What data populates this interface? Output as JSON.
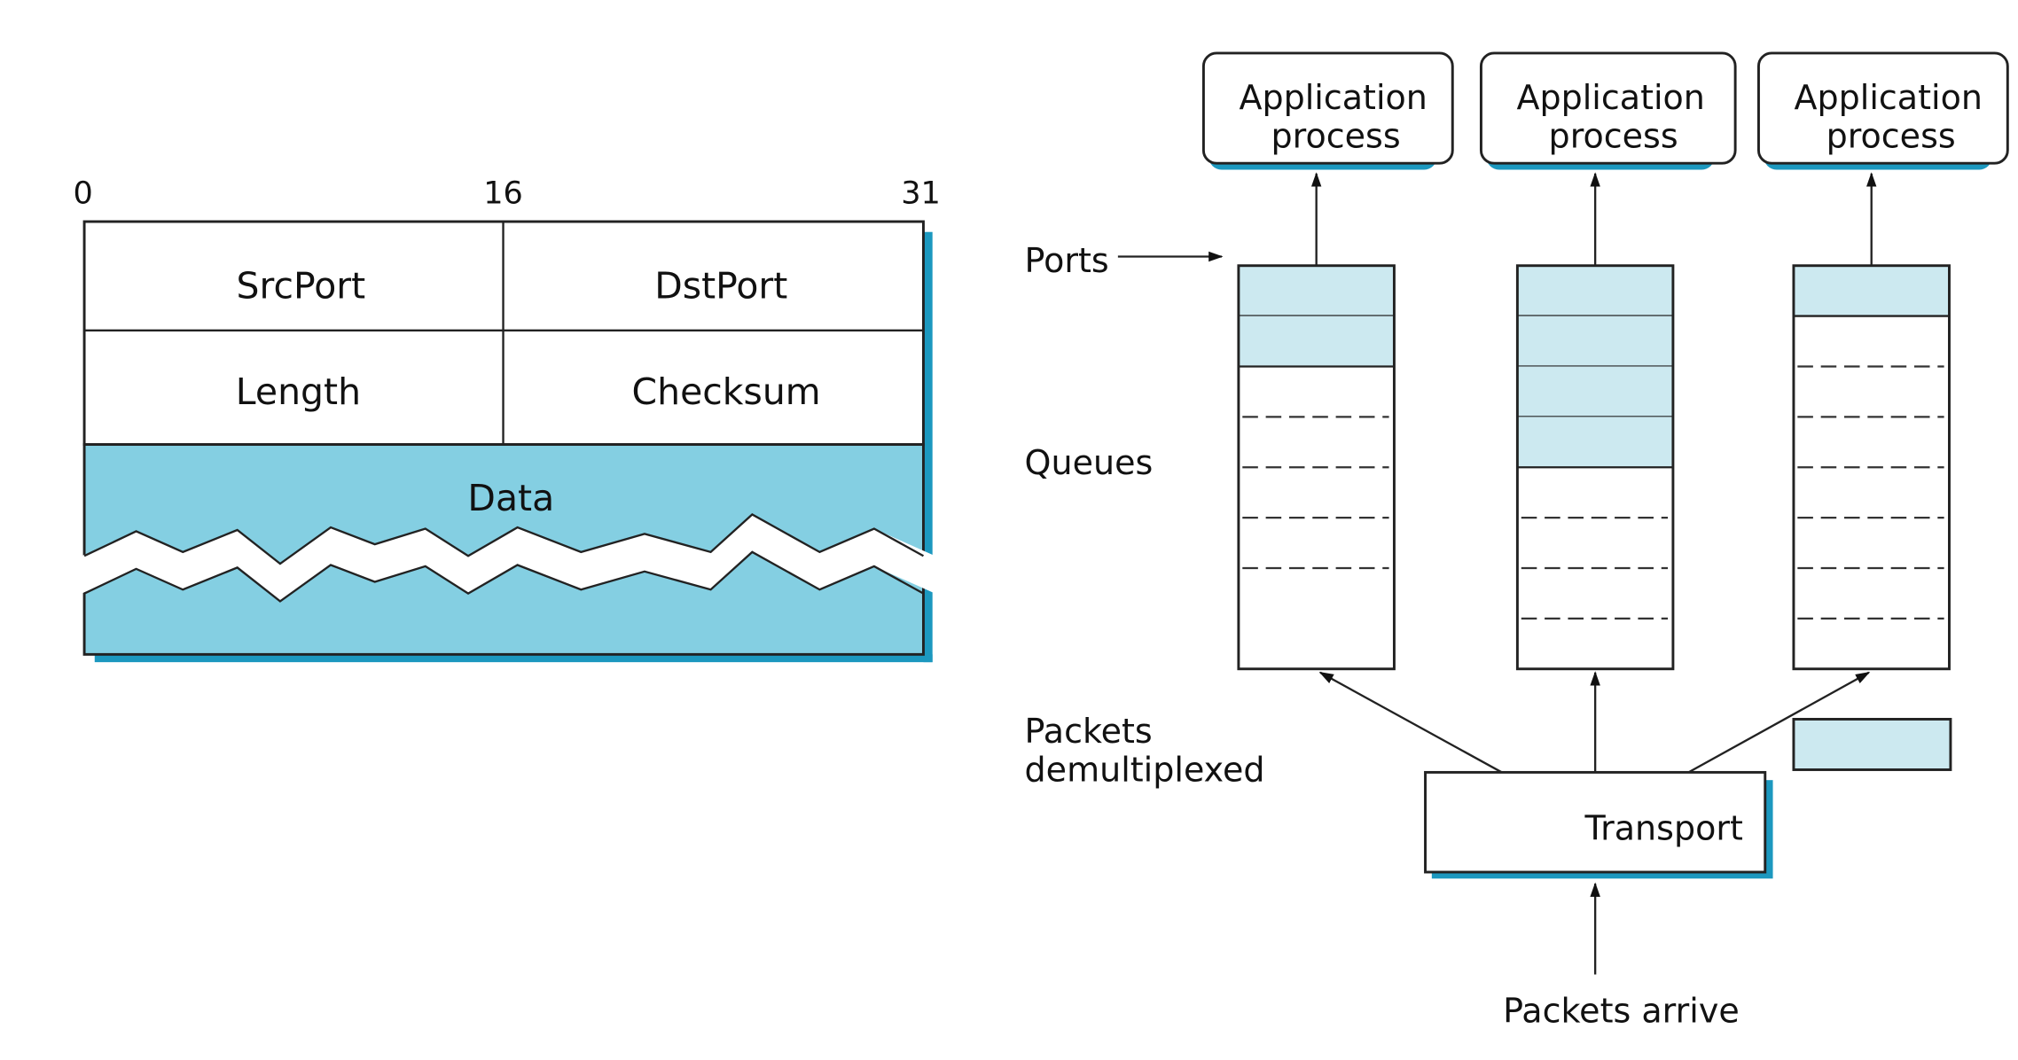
{
  "udp_header": {
    "bit_labels": [
      "0",
      "16",
      "31"
    ],
    "fields": [
      {
        "row": 1,
        "left": "SrcPort",
        "right": "DstPort"
      },
      {
        "row": 2,
        "left": "Length",
        "right": "Checksum"
      }
    ],
    "data_label": "Data"
  },
  "demux": {
    "application_processes": [
      {
        "line1": "Application",
        "line2": "process"
      },
      {
        "line1": "Application",
        "line2": "process"
      },
      {
        "line1": "Application",
        "line2": "process"
      }
    ],
    "labels": {
      "ports": "Ports",
      "queues": "Queues",
      "demux_line1": "Packets",
      "demux_line2": "demultiplexed",
      "transport": "Transport",
      "arrive": "Packets arrive"
    },
    "queues": [
      {
        "slots": 8,
        "filled": 2,
        "dashed_boundaries": [
          3,
          4,
          5,
          6
        ]
      },
      {
        "slots": 8,
        "filled": 4,
        "dashed_boundaries": [
          5,
          6,
          7
        ]
      },
      {
        "slots": 8,
        "filled": 1,
        "dashed_boundaries": [
          2,
          3,
          4,
          5,
          6,
          7
        ]
      }
    ],
    "incoming_packet": true
  },
  "colors": {
    "data_fill": "#84cfe2",
    "shadow": "#1c98bf",
    "queue_fill": "#cce9f0",
    "stroke": "#222222"
  }
}
